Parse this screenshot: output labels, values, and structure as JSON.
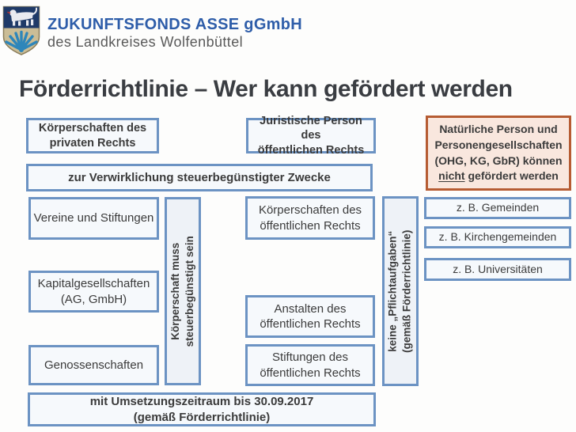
{
  "header": {
    "org_name": "ZUKUNFTSFONDS ASSE gGmbH",
    "org_subtitle": "des Landkreises Wolfenbüttel",
    "logo": "wolfenbuettel-coat-of-arms"
  },
  "title": "Förderrichtlinie – Wer kann gefördert werden",
  "colors": {
    "box_border_blue": "#6c93c3",
    "box_fill": "#f6f9fc",
    "vertical_box_fill": "#eef2f7",
    "warning_border": "#b65c33",
    "warning_fill": "#f9e7de",
    "brand_blue": "#2e5da9",
    "text_dark": "#3b3b3b"
  },
  "diagram": {
    "private_law_header": "Körperschaften des\nprivaten Rechts",
    "public_law_header": "Juristische Person des\nöffentlichen Rechts",
    "warning": {
      "before": "Natürliche Person und\nPersonengesellschaften\n(OHG, KG, GbR) können\n",
      "underlined": "nicht",
      "after": " gefördert werden"
    },
    "purpose_bar": "zur Verwirklichung steuerbegünstigter Zwecke",
    "private_entities": [
      "Vereine und Stiftungen",
      "Kapitalgesellschaften\n(AG, GmbH)",
      "Genossenschaften"
    ],
    "private_condition_vertical": "Körperschaft muss\nsteuerbegünstigt sein",
    "public_entities": [
      "Körperschaften des\nöffentlichen Rechts",
      "Anstalten des\nöffentlichen Rechts",
      "Stiftungen des\nöffentlichen Rechts"
    ],
    "public_condition_vertical": "keine „Pflichtaufgaben“\n(gemäß Förderrichtlinie)",
    "examples": [
      "z. B. Gemeinden",
      "z. B. Kirchengemeinden",
      "z. B. Universitäten"
    ],
    "deadline_bar": "mit Umsetzungszeitraum bis 30.09.2017\n(gemäß Förderrichtlinie)"
  }
}
